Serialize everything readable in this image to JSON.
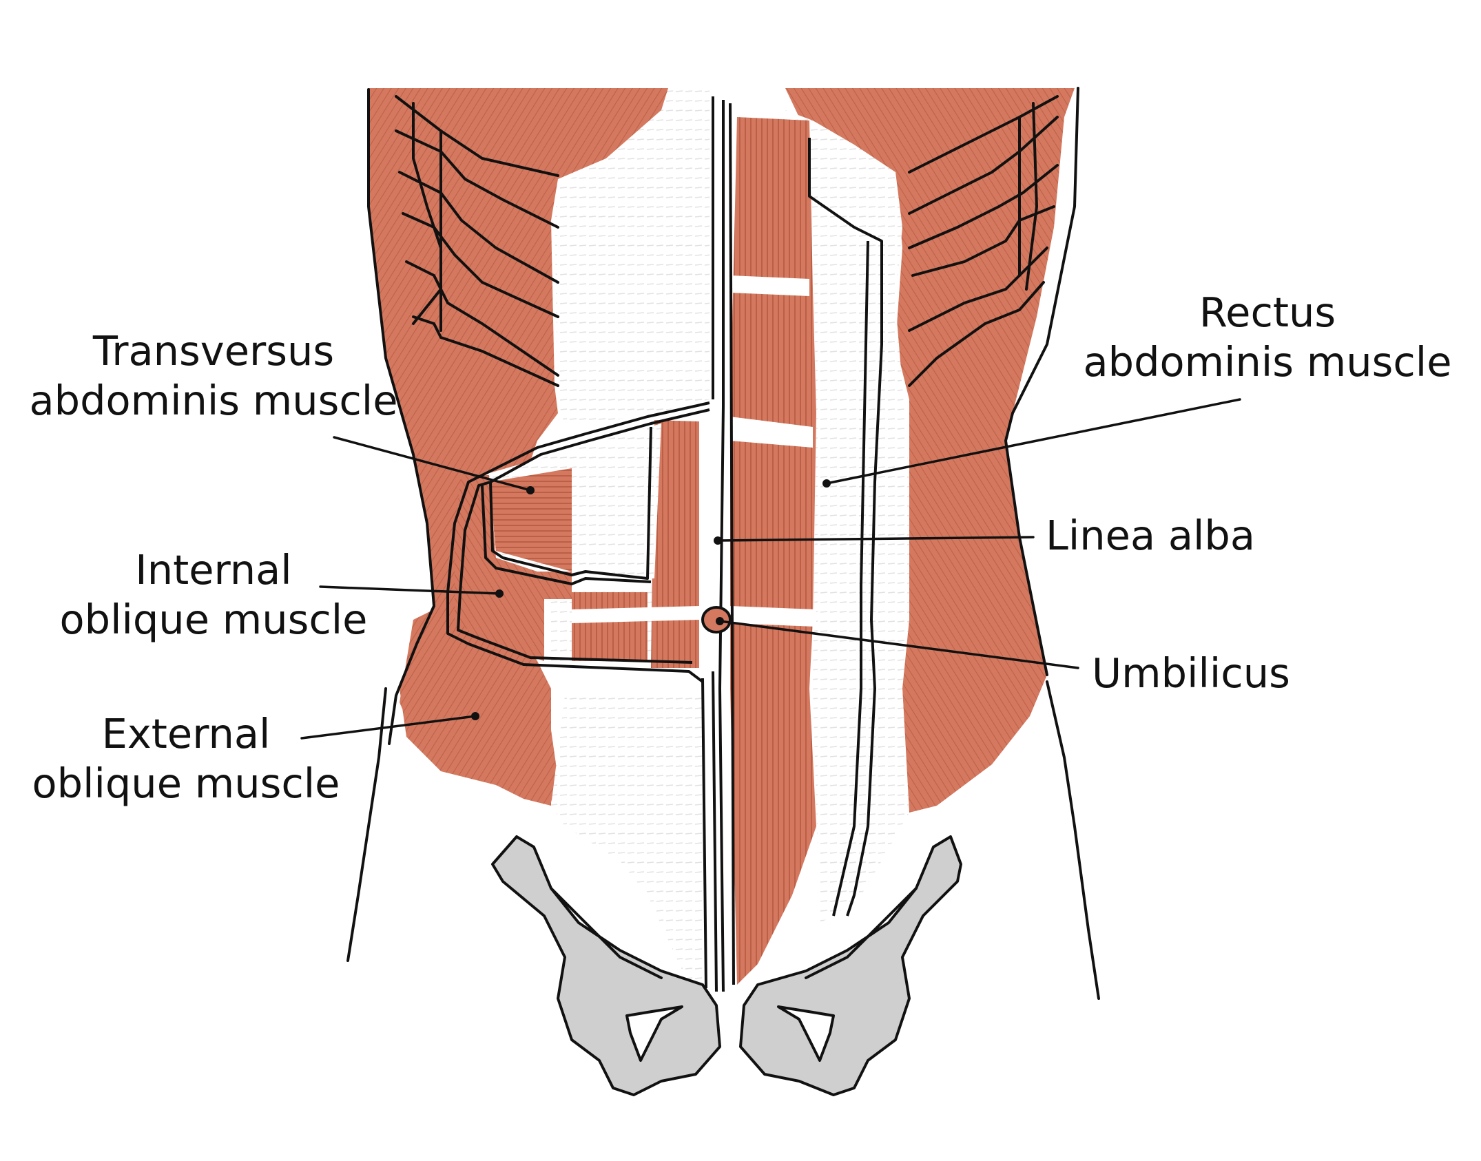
{
  "labels": {
    "transversus": {
      "line1": "Transversus",
      "line2": "abdominis muscle"
    },
    "internal_oblique": {
      "line1": "Internal",
      "line2": "oblique muscle"
    },
    "external_oblique": {
      "line1": "External",
      "line2": "oblique muscle"
    },
    "rectus": {
      "line1": "Rectus",
      "line2": "abdominis muscle"
    },
    "linea_alba": "Linea alba",
    "umbilicus": "Umbilicus"
  },
  "colors": {
    "muscle": "#d4795f",
    "muscle_light": "#e09a82",
    "fiber": "#b85a42",
    "bone": "#cfcfcf",
    "outline": "#111111",
    "aponeurosis": "#ffffff",
    "shadow": "#d8d8d8"
  }
}
